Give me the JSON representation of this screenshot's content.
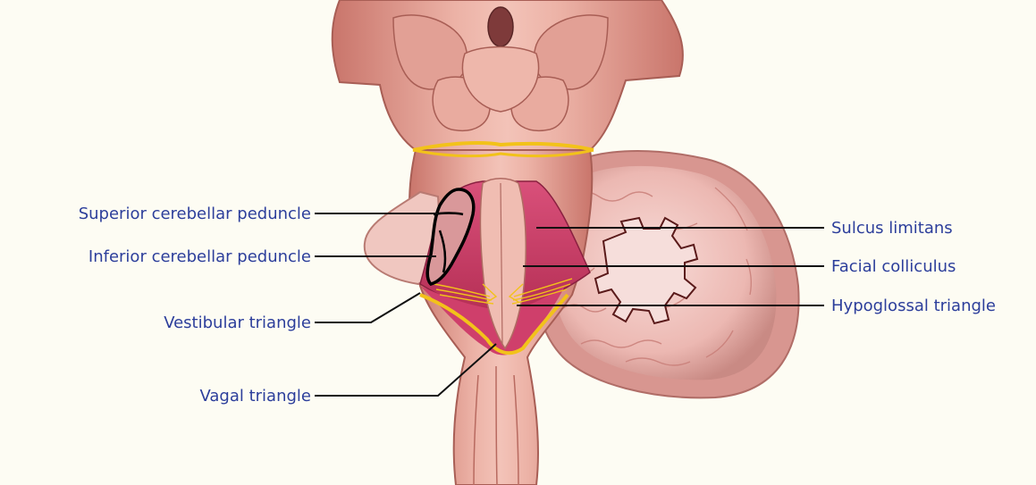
{
  "colors": {
    "background": "#fdfcf3",
    "label_text": "#2c3e9b",
    "leader_line": "#111111",
    "tissue": "#e8aaa0",
    "tissue_dark": "#b8645c",
    "floor": "#c8375f",
    "border": "#f2c21a",
    "cerebellum": "#f2c8c4"
  },
  "labels": {
    "superior_cerebellar_peduncle": "Superior cerebellar peduncle",
    "inferior_cerebellar_peduncle": "Inferior cerebellar peduncle",
    "vestibular_triangle": "Vestibular triangle",
    "vagal_triangle": "Vagal triangle",
    "sulcus_limitans": "Sulcus limitans",
    "facial_colliculus": "Facial colliculus",
    "hypoglossal_triangle": "Hypoglossal triangle"
  }
}
